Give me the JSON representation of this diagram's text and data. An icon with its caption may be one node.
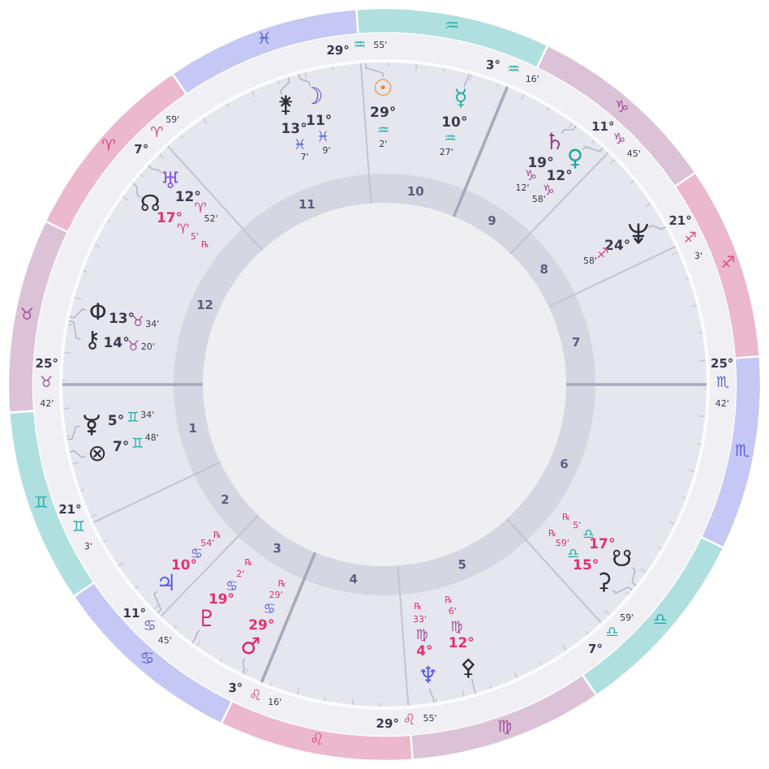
{
  "diagram": {
    "labels": [
      "♈",
      "♉",
      "♊",
      "♋",
      "♌",
      "♍",
      "♎",
      "♏",
      "♐",
      "♑",
      "♒",
      "♓",
      "25°",
      "♉",
      "42'",
      "21°",
      "♊",
      "3'",
      "11°",
      "♋",
      "45'",
      "3°",
      "♌",
      "16'",
      "29°",
      "♌",
      "55'",
      "7°",
      "♎",
      "59'",
      "25°",
      "♏",
      "42'",
      "21°",
      "♐",
      "3'",
      "11°",
      "♑",
      "45'",
      "3°",
      "♒",
      "16'",
      "29°",
      "♒",
      "55'",
      "7°",
      "♈",
      "59'",
      "1",
      "2",
      "3",
      "4",
      "5",
      "6",
      "7",
      "8",
      "9",
      "10",
      "11",
      "12",
      "⚵",
      "13°",
      "♓",
      "7'",
      "☽",
      "11°",
      "♓",
      "9'",
      "☉",
      "29°",
      "♒",
      "2'",
      "☿",
      "10°",
      "♒",
      "27'",
      "♄",
      "19°",
      "♑",
      "12'",
      "♀",
      "12°",
      "♑",
      "58'",
      "24°",
      "♐",
      "58'",
      "☋",
      "17°",
      "♎",
      "5'",
      "℞",
      "⚳",
      "15°",
      "♎",
      "59'",
      "℞",
      "⚴",
      "12°",
      "♍",
      "6'",
      "℞",
      "♆",
      "4°",
      "♍",
      "33'",
      "℞",
      "♂",
      "29°",
      "♋",
      "29'",
      "℞",
      "♇",
      "19°",
      "♋",
      "2'",
      "℞",
      "♃",
      "10°",
      "♋",
      "54'",
      "℞",
      "⊗",
      "7°",
      "♊",
      "48'",
      "5°",
      "♊",
      "34'",
      "⚷",
      "14°",
      "♉",
      "20'",
      "Φ",
      "13°",
      "♉",
      "34'",
      "☊",
      "17°",
      "♈",
      "5'",
      "℞",
      "♅",
      "12°",
      "♈",
      "52'"
    ]
  }
}
